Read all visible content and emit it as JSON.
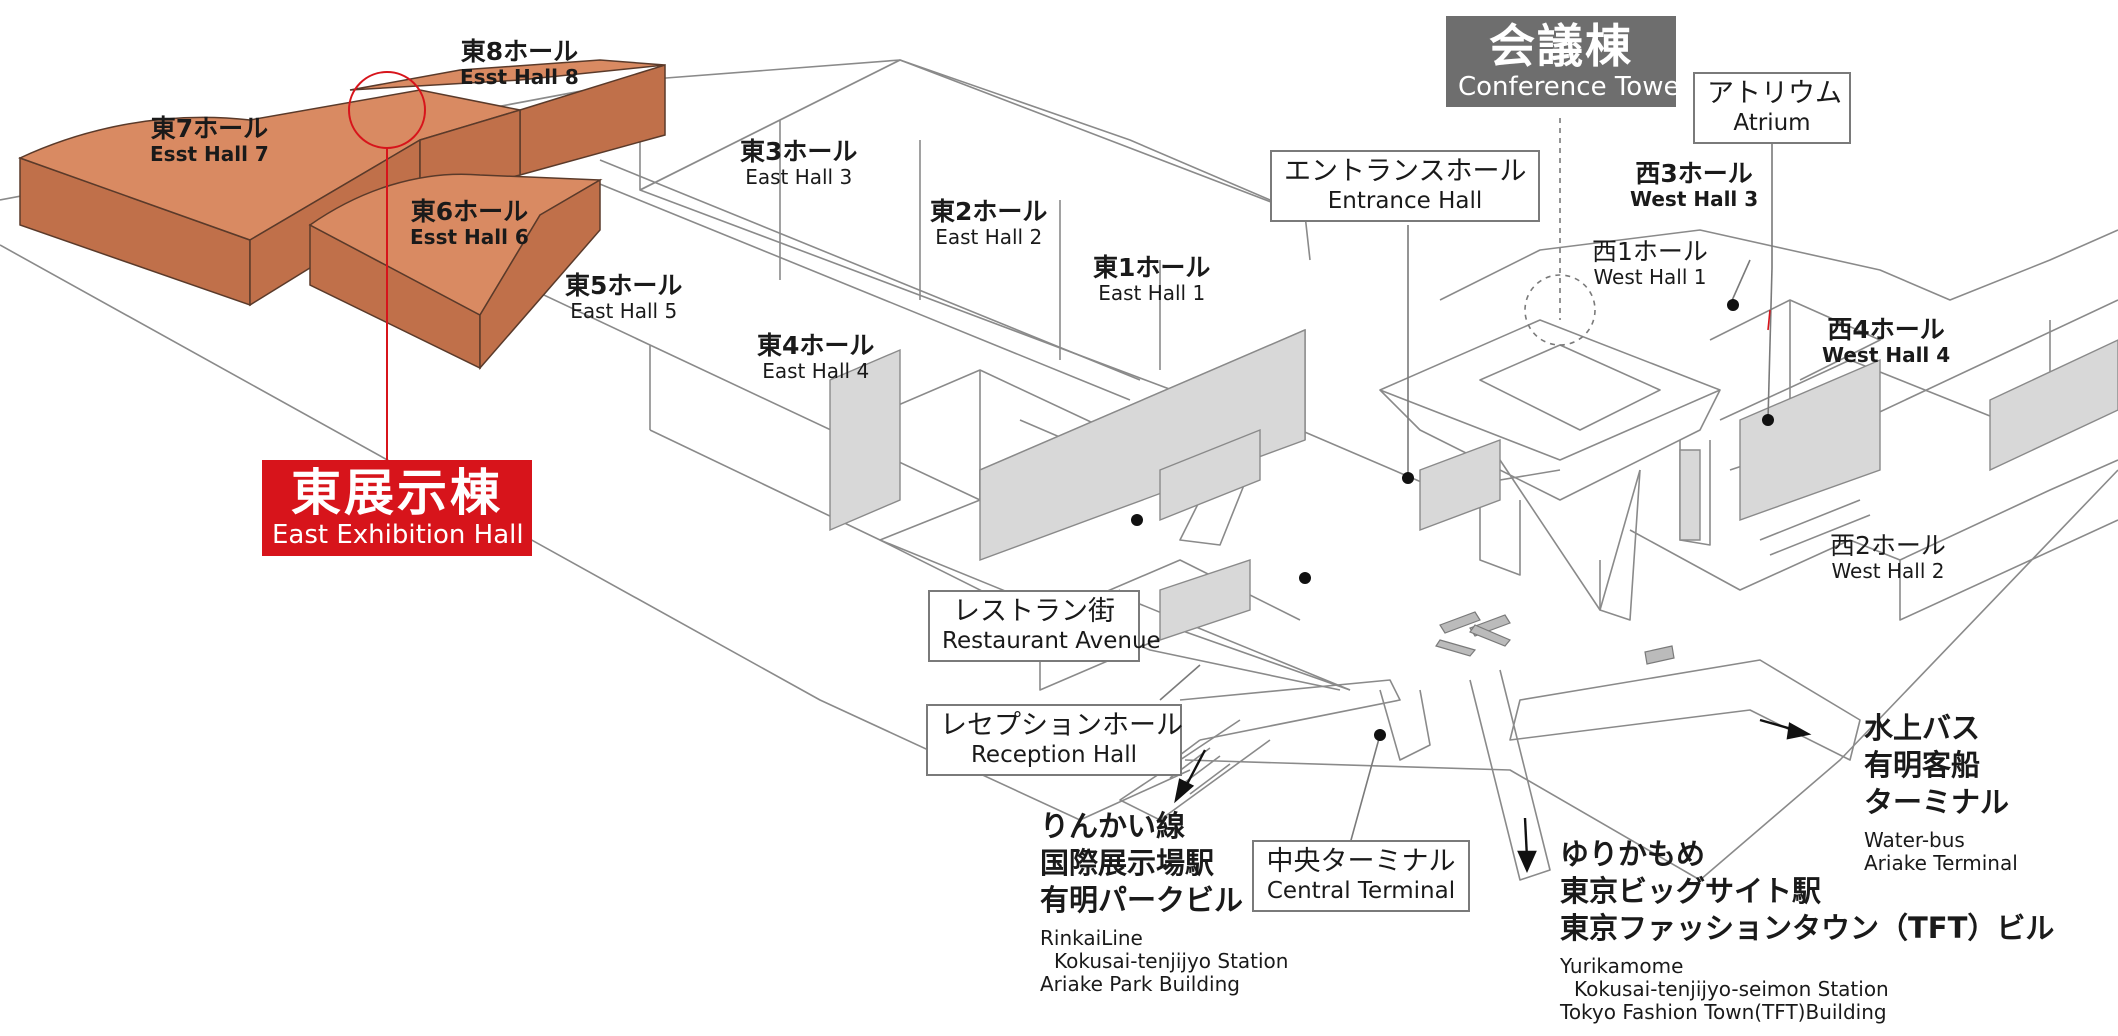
{
  "colors": {
    "hall_highlight": "#d98a62",
    "hall_highlight_side": "#c0704a",
    "callout_red": "#d7141b",
    "conference_gray": "#6e6e6e",
    "line_gray": "#7a7a7a"
  },
  "east_exhibition": {
    "jp": "東展示棟",
    "en": "East Exhibition Hall"
  },
  "conference_tower": {
    "jp": "会議棟",
    "en": "Conference Towe"
  },
  "halls": {
    "east7": {
      "jp": "東7ホール",
      "en": "Esst Hall 7"
    },
    "east8": {
      "jp": "東8ホール",
      "en": "Esst Hall 8"
    },
    "east6": {
      "jp": "東6ホール",
      "en": "Esst Hall 6"
    },
    "east5": {
      "jp": "東5ホール",
      "en": "East Hall 5"
    },
    "east3": {
      "jp": "東3ホール",
      "en": "East Hall 3"
    },
    "east2": {
      "jp": "東2ホール",
      "en": "East Hall 2"
    },
    "east1": {
      "jp": "東1ホール",
      "en": "East Hall 1"
    },
    "east4": {
      "jp": "東4ホール",
      "en": "East Hall 4"
    },
    "west3": {
      "jp": "西3ホール",
      "en": "West Hall 3"
    },
    "west1": {
      "jp": "西1ホール",
      "en": "West Hall 1"
    },
    "west4": {
      "jp": "西4ホール",
      "en": "West Hall 4"
    },
    "west2": {
      "jp": "西2ホール",
      "en": "West Hall 2"
    }
  },
  "facilities": {
    "entrance": {
      "jp": "エントランスホール",
      "en": "Entrance Hall"
    },
    "atrium": {
      "jp": "アトリウム",
      "en": "Atrium"
    },
    "restaurant": {
      "jp": "レストラン街",
      "en": "Restaurant Avenue"
    },
    "reception": {
      "jp": "レセプションホール",
      "en": "Reception Hall"
    },
    "central": {
      "jp": "中央ターミナル",
      "en": "Central Terminal"
    }
  },
  "stations": {
    "rinkai": {
      "jp": [
        "りんかい線",
        "国際展示場駅",
        "有明パークビル"
      ],
      "en": [
        "RinkaiLine",
        "Kokusai-tenjijyo Station",
        "Ariake Park Building"
      ]
    },
    "yurikamome": {
      "jp": [
        "ゆりかもめ",
        "東京ビッグサイト駅",
        "東京ファッションタウン（TFT）ビル"
      ],
      "en": [
        "Yurikamome",
        "Kokusai-tenjijyo-seimon Station",
        "Tokyo Fashion Town(TFT)Building"
      ]
    },
    "waterbus": {
      "jp": [
        "水上バス",
        "有明客船",
        "ターミナル"
      ],
      "en": [
        "Water-bus",
        "Ariake Terminal"
      ]
    }
  }
}
